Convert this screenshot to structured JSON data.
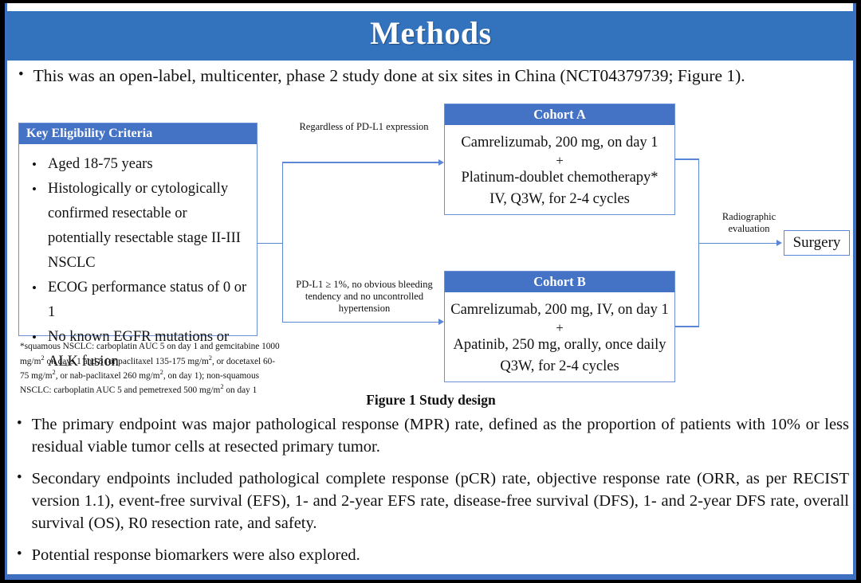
{
  "slide": {
    "title": "Methods",
    "lead_bullet": "This was an open-label, multicenter, phase 2 study done at six sites in China (NCT04379739; Figure 1).",
    "bullet_glyph": "•"
  },
  "figure": {
    "caption": "Figure 1 Study design",
    "eligibility": {
      "header": "Key  Eligibility Criteria",
      "items": [
        "Aged 18-75 years",
        "Histologically or cytologically confirmed resectable or potentially resectable stage II-III  NSCLC",
        "ECOG performance status of 0 or 1",
        "No known EGFR mutations or ALK fusion"
      ]
    },
    "footnote": "*squamous NSCLC: carboplatin AUC 5 on day 1 and gemcitabine 1000 mg/m2 on days 1 and 8 (or paclitaxel 135-175 mg/m2, or docetaxel 60-75 mg/m2, or nab-paclitaxel 260 mg/m2, on day 1); non-squamous NSCLC: carboplatin AUC 5 and pemetrexed 500 mg/m2 on day 1",
    "arrow_label_top": "Regardless of PD-L1 expression",
    "arrow_label_bottom": "PD-L1 ≥ 1%, no obvious bleeding tendency and no uncontrolled hypertension",
    "arrow_label_right": "Radiographic evaluation",
    "cohort_a": {
      "header": "Cohort A",
      "line1": "Camrelizumab, 200 mg, on day 1",
      "plus": "+",
      "line2": "Platinum-doublet chemotherapy*",
      "line3": "IV, Q3W, for 2-4 cycles"
    },
    "cohort_b": {
      "header": "Cohort B",
      "line1": "Camrelizumab, 200 mg, IV, on day 1",
      "plus": "+",
      "line2": "Apatinib, 250 mg, orally, once daily",
      "line3": "Q3W, for 2-4 cycles"
    },
    "surgery": "Surgery"
  },
  "endpoints": [
    "The primary endpoint was major pathological response (MPR) rate, defined as the proportion of patients with 10% or less residual viable tumor cells at resected primary tumor.",
    "Secondary endpoints included pathological complete response (pCR) rate, objective response rate (ORR, as per RECIST version 1.1), event-free survival (EFS), 1- and 2-year EFS rate, disease-free survival (DFS), 1- and 2-year DFS rate, overall survival (OS), R0 resection rate, and safety.",
    "Potential response biomarkers were also explored."
  ],
  "colors": {
    "title_band": "#3373be",
    "box_header": "#4472c4",
    "connector": "#5b86d6",
    "frame": "#3f6fc0"
  }
}
